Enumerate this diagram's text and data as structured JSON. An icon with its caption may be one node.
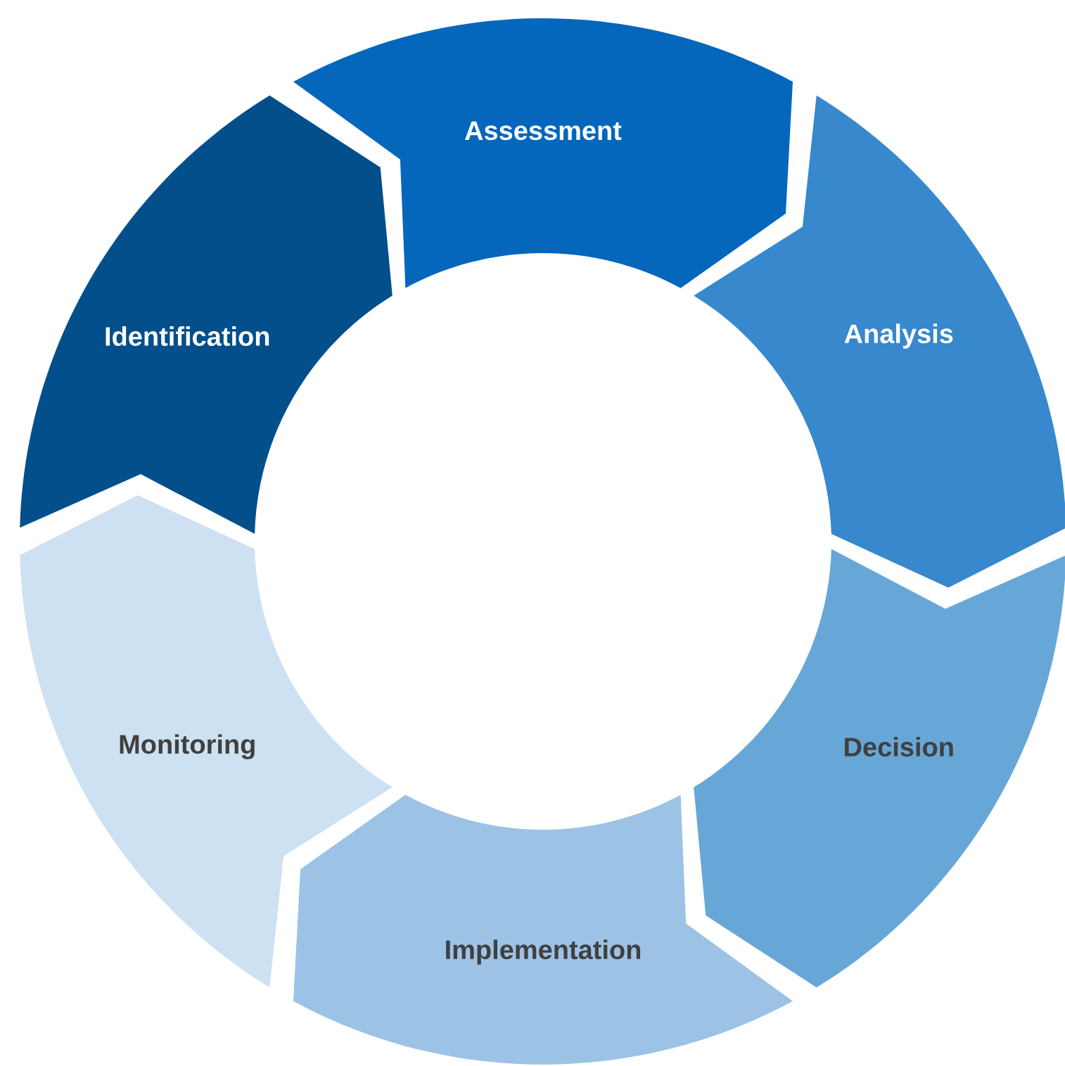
{
  "diagram": {
    "nodes": [
      {
        "text": [
          "Assessment"
        ]
      },
      {
        "text": [
          "Analysis"
        ]
      },
      {
        "text": [
          "Decision"
        ]
      },
      {
        "text": [
          "Implementation"
        ]
      },
      {
        "text": [
          "Monitoring"
        ]
      },
      {
        "text": [
          "Identification"
        ]
      }
    ]
  }
}
